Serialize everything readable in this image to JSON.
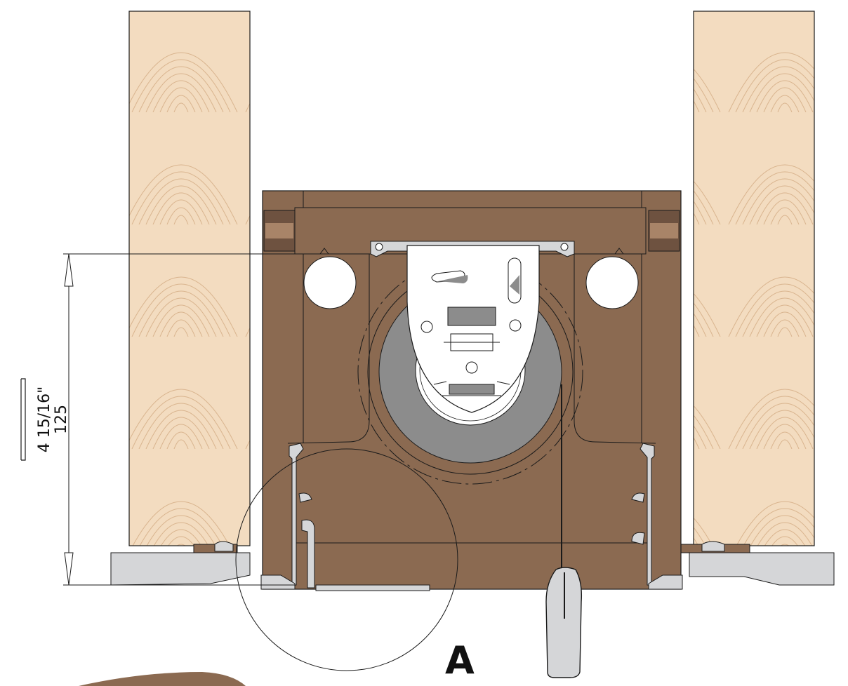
{
  "drawing": {
    "dimension": {
      "metric": "125",
      "imperial": "4 15/16\""
    },
    "detail_label": "A",
    "colors": {
      "housing": "#8b6a51",
      "housing_shadow": "#6e5240",
      "wood": "#f3dcc0",
      "wood_grain": "#d9b48e",
      "aluminum": "#d5d6d8",
      "aluminum_dark": "#9a9b9d",
      "roller": "#8c8c8c",
      "line": "#1a1a1a"
    }
  }
}
